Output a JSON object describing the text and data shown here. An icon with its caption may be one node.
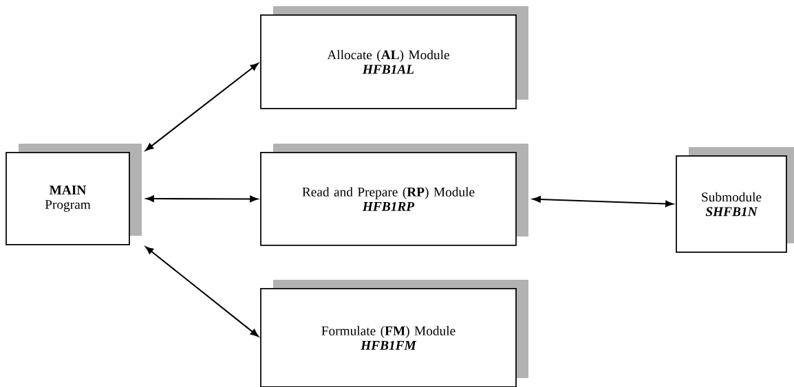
{
  "diagram": {
    "nodes": [
      {
        "text": [
          "**MAIN** Program"
        ]
      },
      {
        "text": [
          "Allocate (**AL**) Module",
          "HFB1AL"
        ]
      },
      {
        "text": [
          "Read and Prepare (**RP**) Module",
          "HFB1RP"
        ]
      },
      {
        "text": [
          "Formulate (**FM**) Module",
          "HFB1FM"
        ]
      },
      {
        "text": [
          "Submodule",
          "SHFB1N"
        ]
      }
    ],
    "edges": [
      {
        "from": 0,
        "to": 1,
        "arrow": "both"
      },
      {
        "from": 0,
        "to": 2,
        "arrow": "both"
      },
      {
        "from": 0,
        "to": 3,
        "arrow": "both"
      },
      {
        "from": 2,
        "to": 4,
        "arrow": "both"
      }
    ]
  }
}
